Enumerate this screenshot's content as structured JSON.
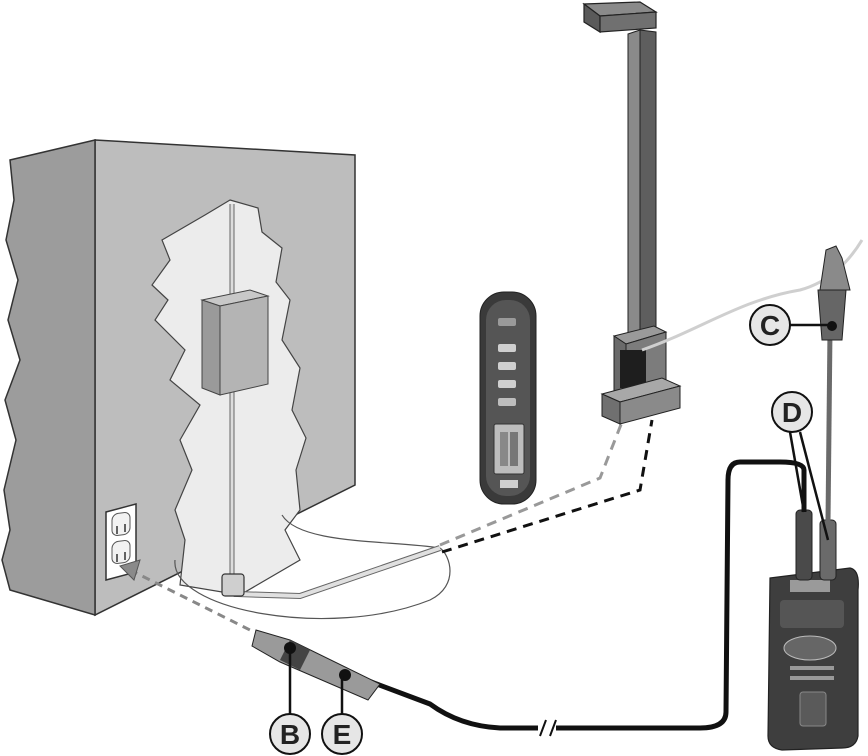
{
  "diagram": {
    "callouts": [
      {
        "id": "B",
        "label": "B"
      },
      {
        "id": "C",
        "label": "C"
      },
      {
        "id": "D",
        "label": "D"
      },
      {
        "id": "E",
        "label": "E"
      }
    ],
    "colors": {
      "wall": "#b9b9b9",
      "wall_dark": "#8f8f8f",
      "cutaway": "#ececec",
      "post": "#6b6b6b",
      "cable": "#1c1c1c",
      "callout_fill": "#e6e6e6"
    },
    "icons": [
      "wall-section",
      "duplex-outlet",
      "junction-box",
      "light-post",
      "receiver-device",
      "transmitter-device",
      "alligator-clip",
      "outlet-probe"
    ]
  }
}
